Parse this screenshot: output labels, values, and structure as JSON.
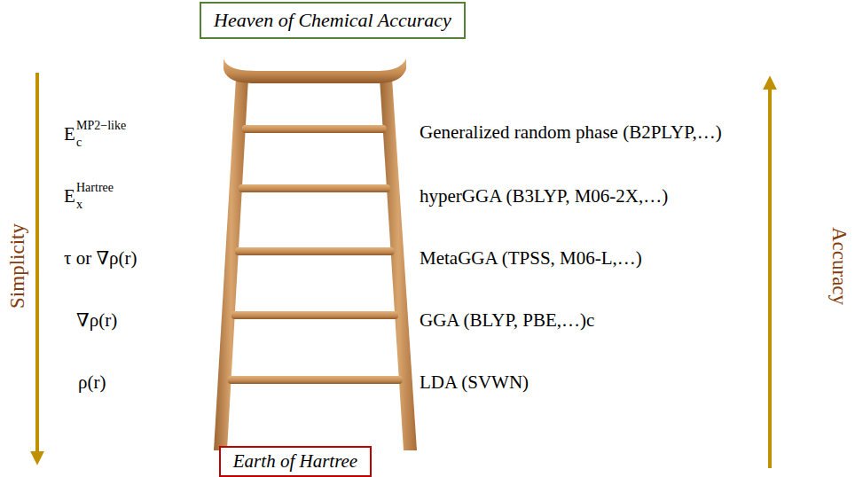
{
  "diagram": {
    "nodes": [
      {
        "text": [
          "Heaven of Chemical Accuracy"
        ]
      },
      {
        "text": [
          "Earth of Hartree"
        ]
      }
    ],
    "labels": [
      "Simplicity",
      "E",
      "MP2−like",
      "c",
      "Generalized random phase (B2PLYP,…)",
      "E",
      "Hartree",
      "x",
      "hyperGGA (B3LYP, M06-2X,…)",
      "τ or ∇ρ(r)",
      "MetaGGA (TPSS, M06-L,…)",
      "∇ρ(r)",
      "GGA (BLYP, PBE,…)c",
      "ρ(r)",
      "LDA (SVWN)",
      "Accuracy"
    ]
  }
}
